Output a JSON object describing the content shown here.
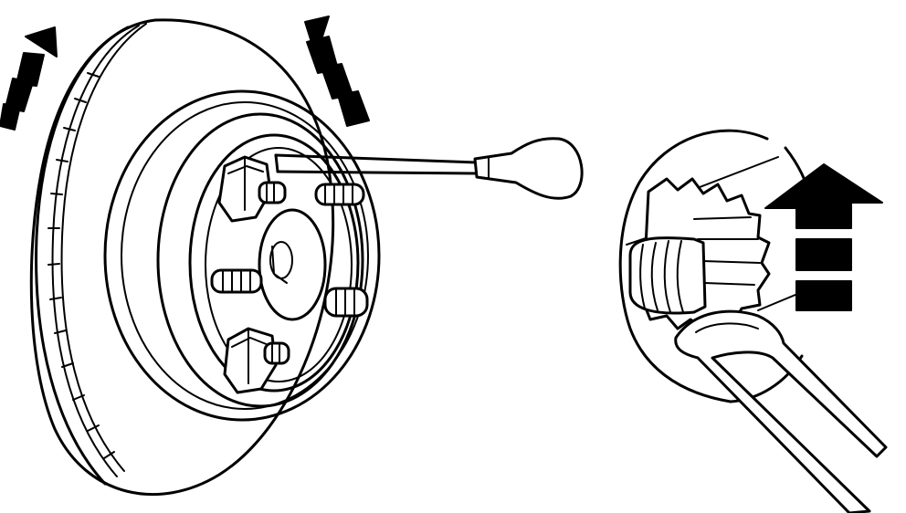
{
  "illustration": {
    "colors": {
      "line": "#000000",
      "background": "#ffffff"
    },
    "parts": [
      "brake-rotor",
      "wheel-hub",
      "lug-nut",
      "wheel-stud",
      "screwdriver",
      "adjuster-wheel",
      "brake-spoon-tool",
      "rotation-arrow",
      "direction-arrow"
    ]
  }
}
